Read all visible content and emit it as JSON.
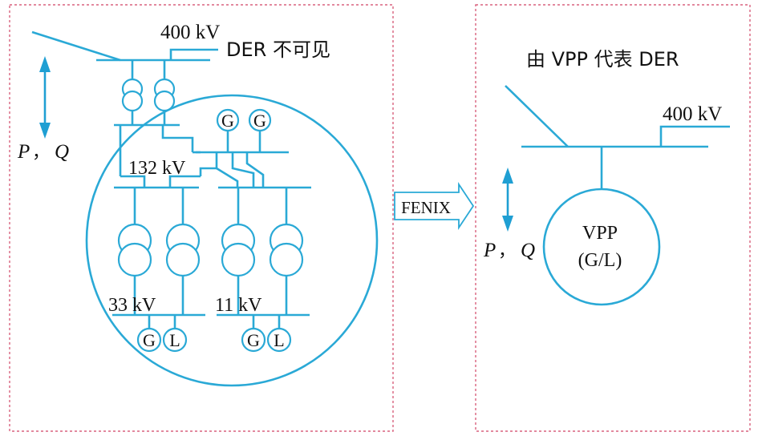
{
  "left_panel": {
    "bus_400": "400 kV",
    "der_note": "DER 不可见",
    "pq_p": "P",
    "pq_sep": "，",
    "pq_q": "Q",
    "bus_132": "132 kV",
    "bus_33": "33 kV",
    "bus_11": "11 kV",
    "gen_g": "G",
    "gen_g2": "G",
    "load_g_33": "G",
    "load_l_33": "L",
    "load_g_11": "G",
    "load_l_11": "L"
  },
  "middle": {
    "fenix_label": "FENIX"
  },
  "right_panel": {
    "title": "由 VPP 代表 DER",
    "bus_400": "400 kV",
    "pq_p": "P",
    "pq_sep": "，",
    "pq_q": "Q",
    "vpp_label": "VPP",
    "vpp_sub": "(G/L)"
  },
  "colors": {
    "line": "#2aa9d6",
    "arrow": "#1f9fd3",
    "frame": "#d9627e"
  }
}
